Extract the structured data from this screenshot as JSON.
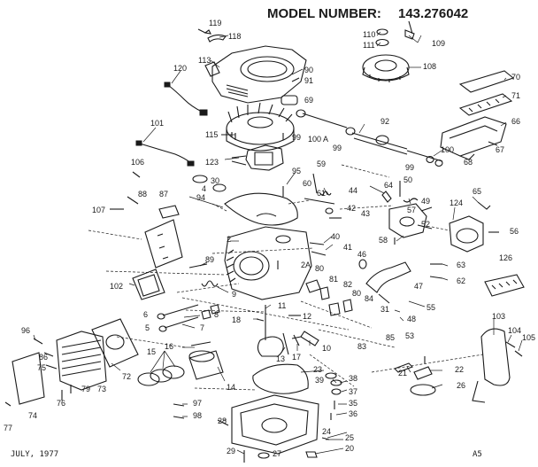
{
  "title": "MODEL NUMBER:",
  "model_number": "143.276042",
  "footer_date": "JULY, 1977",
  "footer_page": "A5",
  "callouts": [
    {
      "id": "c119",
      "label": "119"
    },
    {
      "id": "c118",
      "label": "118"
    },
    {
      "id": "c113",
      "label": "113"
    },
    {
      "id": "c120",
      "label": "120"
    },
    {
      "id": "c90",
      "label": "90"
    },
    {
      "id": "c91",
      "label": "91"
    },
    {
      "id": "c69",
      "label": "69"
    },
    {
      "id": "c110",
      "label": "110"
    },
    {
      "id": "c111",
      "label": "111"
    },
    {
      "id": "c109",
      "label": "109"
    },
    {
      "id": "c108",
      "label": "108"
    },
    {
      "id": "c70",
      "label": "70"
    },
    {
      "id": "c71",
      "label": "71"
    },
    {
      "id": "c66",
      "label": "66"
    },
    {
      "id": "c101",
      "label": "101"
    },
    {
      "id": "c115",
      "label": "115"
    },
    {
      "id": "c99a",
      "label": "99"
    },
    {
      "id": "c100a",
      "label": "100 A"
    },
    {
      "id": "c99b",
      "label": "99"
    },
    {
      "id": "c92",
      "label": "92"
    },
    {
      "id": "c100",
      "label": "100"
    },
    {
      "id": "c68",
      "label": "68"
    },
    {
      "id": "c67",
      "label": "67"
    },
    {
      "id": "c106",
      "label": "106"
    },
    {
      "id": "c123",
      "label": "123"
    },
    {
      "id": "c95",
      "label": "95"
    },
    {
      "id": "c59",
      "label": "59"
    },
    {
      "id": "c99c",
      "label": "99"
    },
    {
      "id": "c30",
      "label": "30"
    },
    {
      "id": "c50",
      "label": "50"
    },
    {
      "id": "c88",
      "label": "88"
    },
    {
      "id": "c87",
      "label": "87"
    },
    {
      "id": "c4",
      "label": "4"
    },
    {
      "id": "c60",
      "label": "60"
    },
    {
      "id": "c61",
      "label": "61"
    },
    {
      "id": "c44",
      "label": "44"
    },
    {
      "id": "c64",
      "label": "64"
    },
    {
      "id": "c65",
      "label": "65"
    },
    {
      "id": "c107",
      "label": "107"
    },
    {
      "id": "c94",
      "label": "94"
    },
    {
      "id": "c42",
      "label": "42"
    },
    {
      "id": "c43",
      "label": "43"
    },
    {
      "id": "c49",
      "label": "49"
    },
    {
      "id": "c124",
      "label": "124"
    },
    {
      "id": "c57",
      "label": "57"
    },
    {
      "id": "c52",
      "label": "52"
    },
    {
      "id": "c56",
      "label": "56"
    },
    {
      "id": "c2",
      "label": "2"
    },
    {
      "id": "c40",
      "label": "40"
    },
    {
      "id": "c41",
      "label": "41"
    },
    {
      "id": "c58",
      "label": "58"
    },
    {
      "id": "c46",
      "label": "46"
    },
    {
      "id": "c89",
      "label": "89"
    },
    {
      "id": "c2a",
      "label": "2A"
    },
    {
      "id": "c80a",
      "label": "80"
    },
    {
      "id": "c63",
      "label": "63"
    },
    {
      "id": "c126",
      "label": "126"
    },
    {
      "id": "c102",
      "label": "102"
    },
    {
      "id": "c81",
      "label": "81"
    },
    {
      "id": "c82",
      "label": "82"
    },
    {
      "id": "c62",
      "label": "62"
    },
    {
      "id": "c9",
      "label": "9"
    },
    {
      "id": "c47",
      "label": "47"
    },
    {
      "id": "c80b",
      "label": "80"
    },
    {
      "id": "c84",
      "label": "84"
    },
    {
      "id": "c6",
      "label": "6"
    },
    {
      "id": "c8",
      "label": "8"
    },
    {
      "id": "c11",
      "label": "11"
    },
    {
      "id": "c55",
      "label": "55"
    },
    {
      "id": "c31",
      "label": "31"
    },
    {
      "id": "c48",
      "label": "48"
    },
    {
      "id": "c5",
      "label": "5"
    },
    {
      "id": "c7",
      "label": "7"
    },
    {
      "id": "c18",
      "label": "18"
    },
    {
      "id": "c12",
      "label": "12"
    },
    {
      "id": "c53",
      "label": "53"
    },
    {
      "id": "c85",
      "label": "85"
    },
    {
      "id": "c83",
      "label": "83"
    },
    {
      "id": "c103",
      "label": "103"
    },
    {
      "id": "c104",
      "label": "104"
    },
    {
      "id": "c105",
      "label": "105"
    },
    {
      "id": "c96",
      "label": "96"
    },
    {
      "id": "c13",
      "label": "13"
    },
    {
      "id": "c17",
      "label": "17"
    },
    {
      "id": "c10",
      "label": "10"
    },
    {
      "id": "c86",
      "label": "86"
    },
    {
      "id": "c16",
      "label": "16"
    },
    {
      "id": "c15",
      "label": "15"
    },
    {
      "id": "c72",
      "label": "72"
    },
    {
      "id": "c21",
      "label": "21"
    },
    {
      "id": "c22",
      "label": "22"
    },
    {
      "id": "c23",
      "label": "23"
    },
    {
      "id": "c39",
      "label": "39"
    },
    {
      "id": "c38",
      "label": "38"
    },
    {
      "id": "c75",
      "label": "75"
    },
    {
      "id": "c79",
      "label": "79"
    },
    {
      "id": "c73",
      "label": "73"
    },
    {
      "id": "c14",
      "label": "14"
    },
    {
      "id": "c37",
      "label": "37"
    },
    {
      "id": "c26",
      "label": "26"
    },
    {
      "id": "c76",
      "label": "76"
    },
    {
      "id": "c35",
      "label": "35"
    },
    {
      "id": "c36",
      "label": "36"
    },
    {
      "id": "c74",
      "label": "74"
    },
    {
      "id": "c97",
      "label": "97"
    },
    {
      "id": "c98",
      "label": "98"
    },
    {
      "id": "c28",
      "label": "28"
    },
    {
      "id": "c77",
      "label": "77"
    },
    {
      "id": "c24",
      "label": "24"
    },
    {
      "id": "c25",
      "label": "25"
    },
    {
      "id": "c20",
      "label": "20"
    },
    {
      "id": "c29",
      "label": "29"
    },
    {
      "id": "c27",
      "label": "27"
    }
  ]
}
